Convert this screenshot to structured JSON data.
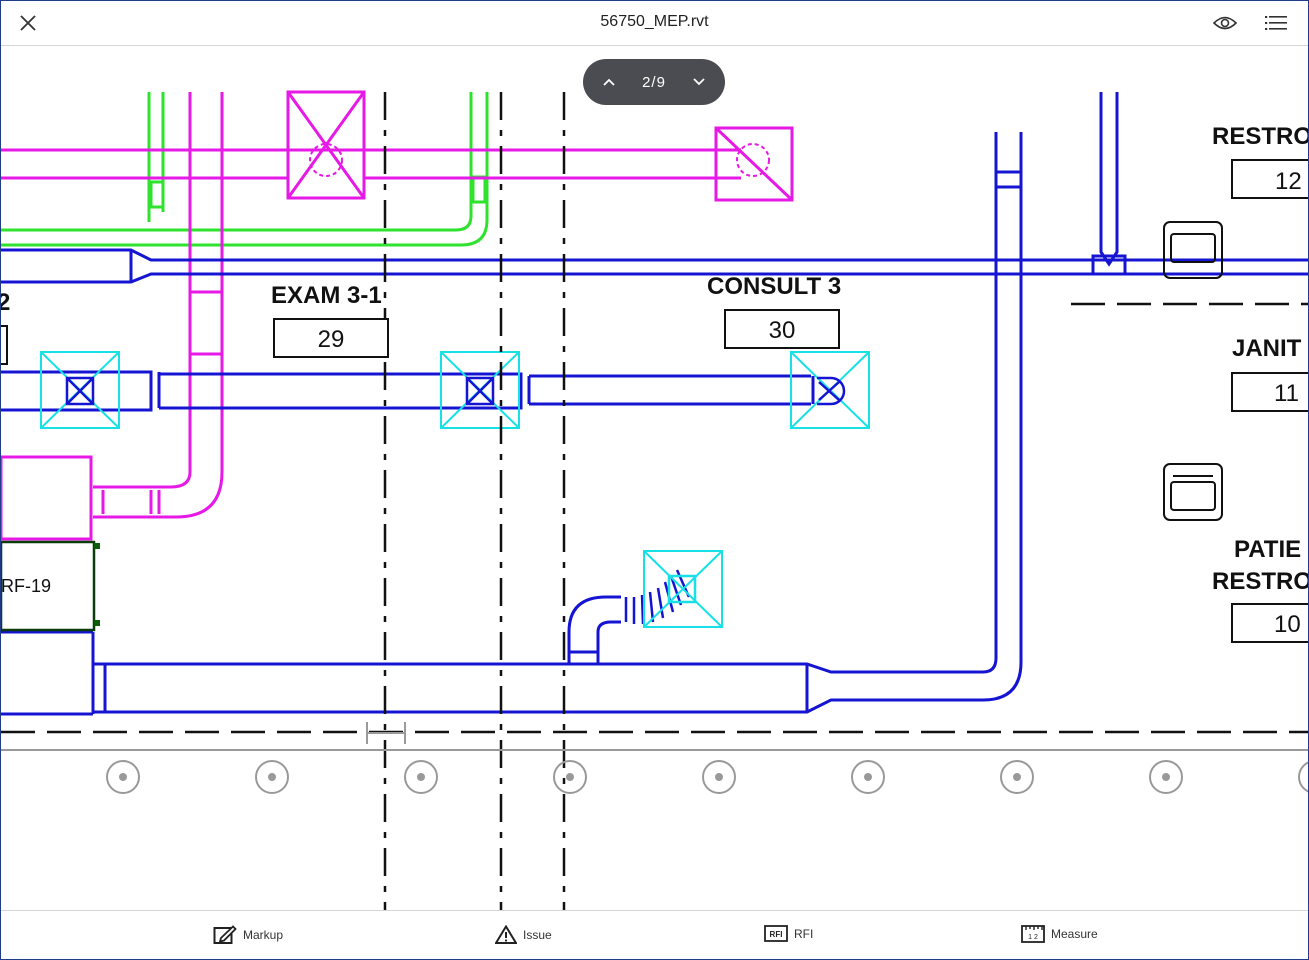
{
  "header": {
    "title": "56750_MEP.rvt",
    "close_icon": "close-icon",
    "view_icon": "eye-icon",
    "list_icon": "list-icon"
  },
  "pager": {
    "count": "2/9"
  },
  "drawing": {
    "rooms": {
      "exam": {
        "name": "EXAM 3-1",
        "number": "29"
      },
      "consult": {
        "name": "CONSULT 3",
        "number": "30"
      },
      "restroom_top": {
        "name": "RESTRO",
        "number": "12"
      },
      "janitor": {
        "name": "JANIT",
        "number": "11"
      },
      "patient_line1": "PATIE",
      "patient_line2": "RESTRO",
      "patient_number": "10",
      "left_partial": "2"
    },
    "equipment_tag": "RF-19",
    "colors": {
      "supply_duct": "#1414d2",
      "diffuser": "#17e1e6",
      "pipe_magenta": "#e619e6",
      "pipe_green": "#2ee22e",
      "grid_line": "#111111"
    }
  },
  "toolbar": {
    "markup": "Markup",
    "issue": "Issue",
    "rfi": "RFI",
    "rfi_icon_text": "RFI",
    "measure": "Measure",
    "measure_icon_text": "1 2"
  }
}
